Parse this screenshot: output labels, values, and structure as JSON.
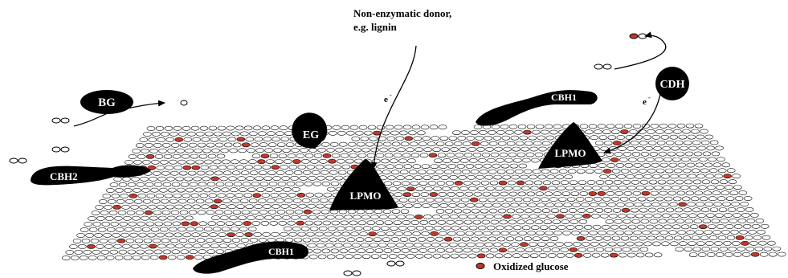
{
  "labels": {
    "donor_line1": "Non-enzymatic donor,",
    "donor_line2": "e.g. lignin",
    "electron_left": "e",
    "electron_right": "e",
    "electron_sup": "-",
    "bg": "BG",
    "eg": "EG",
    "cbh2": "CBH2",
    "cbh1_top": "CBH1",
    "cbh1_bottom": "CBH1",
    "cdh": "CDH",
    "lpmo_left": "LPMO",
    "lpmo_right": "LPMO",
    "legend": "Oxidized glucose"
  },
  "colors": {
    "enzyme": "#000000",
    "oxidized_glucose": "#c0392b",
    "chain_outline": "#000000"
  }
}
